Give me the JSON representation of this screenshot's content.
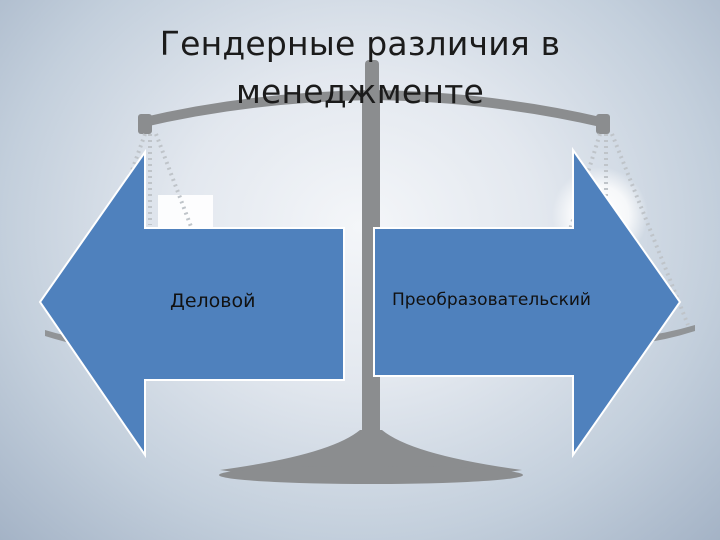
{
  "slide": {
    "title_line1": "Гендерные различия в",
    "title_line2": "менеджменте"
  },
  "arrows": {
    "left_label": "Деловой",
    "right_label": "Преобразовательский"
  },
  "colors": {
    "arrow_fill": "#4f81bd",
    "arrow_stroke": "#ffffff",
    "scale_gray": "#8b8d8f"
  }
}
